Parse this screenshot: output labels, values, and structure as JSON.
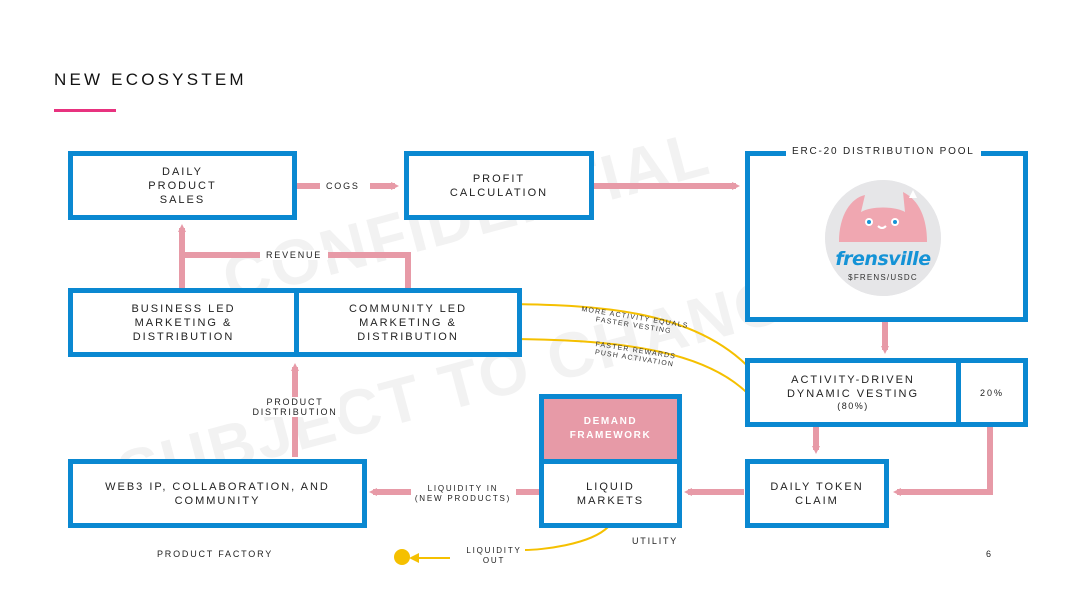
{
  "header": {
    "title": "NEW ECOSYSTEM"
  },
  "watermark": {
    "line1": "CONFIDENTIAL",
    "line2": "SUBJECT TO CHANGE"
  },
  "nodes": {
    "daily_sales": "DAILY\nPRODUCT\nSALES",
    "profit": "PROFIT\nCALCULATION",
    "pool_title": "ERC-20 DISTRIBUTION POOL",
    "pool_logo": "frensville",
    "pool_sub": "$FRENS/USDC",
    "business_led": "BUSINESS LED\nMARKETING &\nDISTRIBUTION",
    "community_led": "COMMUNITY LED\nMARKETING &\nDISTRIBUTION",
    "vesting": "ACTIVITY-DRIVEN\nDYNAMIC VESTING",
    "vesting_pct": "(80%)",
    "vesting_side": "20%",
    "demand": "DEMAND\nFRAMEWORK",
    "liquid": "LIQUID\nMARKETS",
    "token_claim": "DAILY TOKEN\nCLAIM",
    "web3": "WEB3 IP, COLLABORATION, AND\nCOMMUNITY"
  },
  "edge_labels": {
    "cogs": "COGS",
    "revenue": "REVENUE",
    "product_distribution": "PRODUCT\nDISTRIBUTION",
    "more_activity": "MORE ACTIVITY EQUALS\nFASTER VESTING",
    "faster_rewards": "FASTER REWARDS\nPUSH ACTIVATION",
    "liquidity_in": "LIQUIDITY IN\n(NEW PRODUCTS)",
    "liquidity_out": "LIQUIDITY\nOUT",
    "utility": "UTILITY",
    "product_factory": "PRODUCT FACTORY"
  },
  "footer": {
    "page_number": "6"
  },
  "colors": {
    "box_border": "#0a88d1",
    "arrow_pink": "#e79aa7",
    "activity_yellow": "#f5c000",
    "demand_fill": "#e79aa7",
    "accent_underline": "#e8327f"
  }
}
